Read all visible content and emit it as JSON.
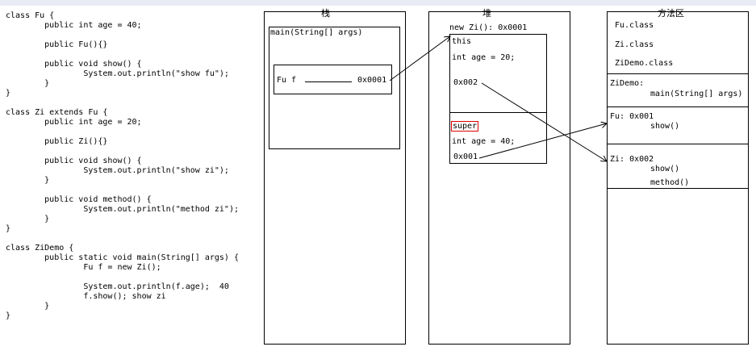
{
  "code": {
    "lines": [
      "class Fu {",
      "        public int age = 40;",
      "",
      "        public Fu(){}",
      "",
      "        public void show() {",
      "                System.out.println(\"show fu\");",
      "        }",
      "}",
      "",
      "class Zi extends Fu {",
      "        public int age = 20;",
      "",
      "        public Zi(){}",
      "",
      "        public void show() {",
      "                System.out.println(\"show zi\");",
      "        }",
      "",
      "        public void method() {",
      "                System.out.println(\"method zi\");",
      "        }",
      "}",
      "",
      "class ZiDemo {",
      "        public static void main(String[] args) {",
      "                Fu f = new Zi();",
      "",
      "                System.out.println(f.age);  40",
      "                f.show(); show zi",
      "        }",
      "}"
    ]
  },
  "stack": {
    "title": "栈",
    "frame_label": "main(String[] args)",
    "var_name": "Fu f",
    "var_value": "0x0001"
  },
  "heap": {
    "title": "堆",
    "object_label": "new Zi(): 0x0001",
    "this_label": "this",
    "zi_age": "int age = 20;",
    "zi_addr": "0x002",
    "super_label": "super",
    "fu_age": "int age = 40;",
    "fu_addr": "0x001"
  },
  "method_area": {
    "title": "方法区",
    "classes": [
      "Fu.class",
      "Zi.class",
      "ZiDemo.class"
    ],
    "zidemo_label": "ZiDemo:",
    "zidemo_method": "main(String[] args)",
    "fu_label": "Fu: 0x001",
    "fu_methods": [
      "show()"
    ],
    "zi_label": "Zi: 0x002",
    "zi_methods": [
      "show()",
      "method()"
    ]
  }
}
